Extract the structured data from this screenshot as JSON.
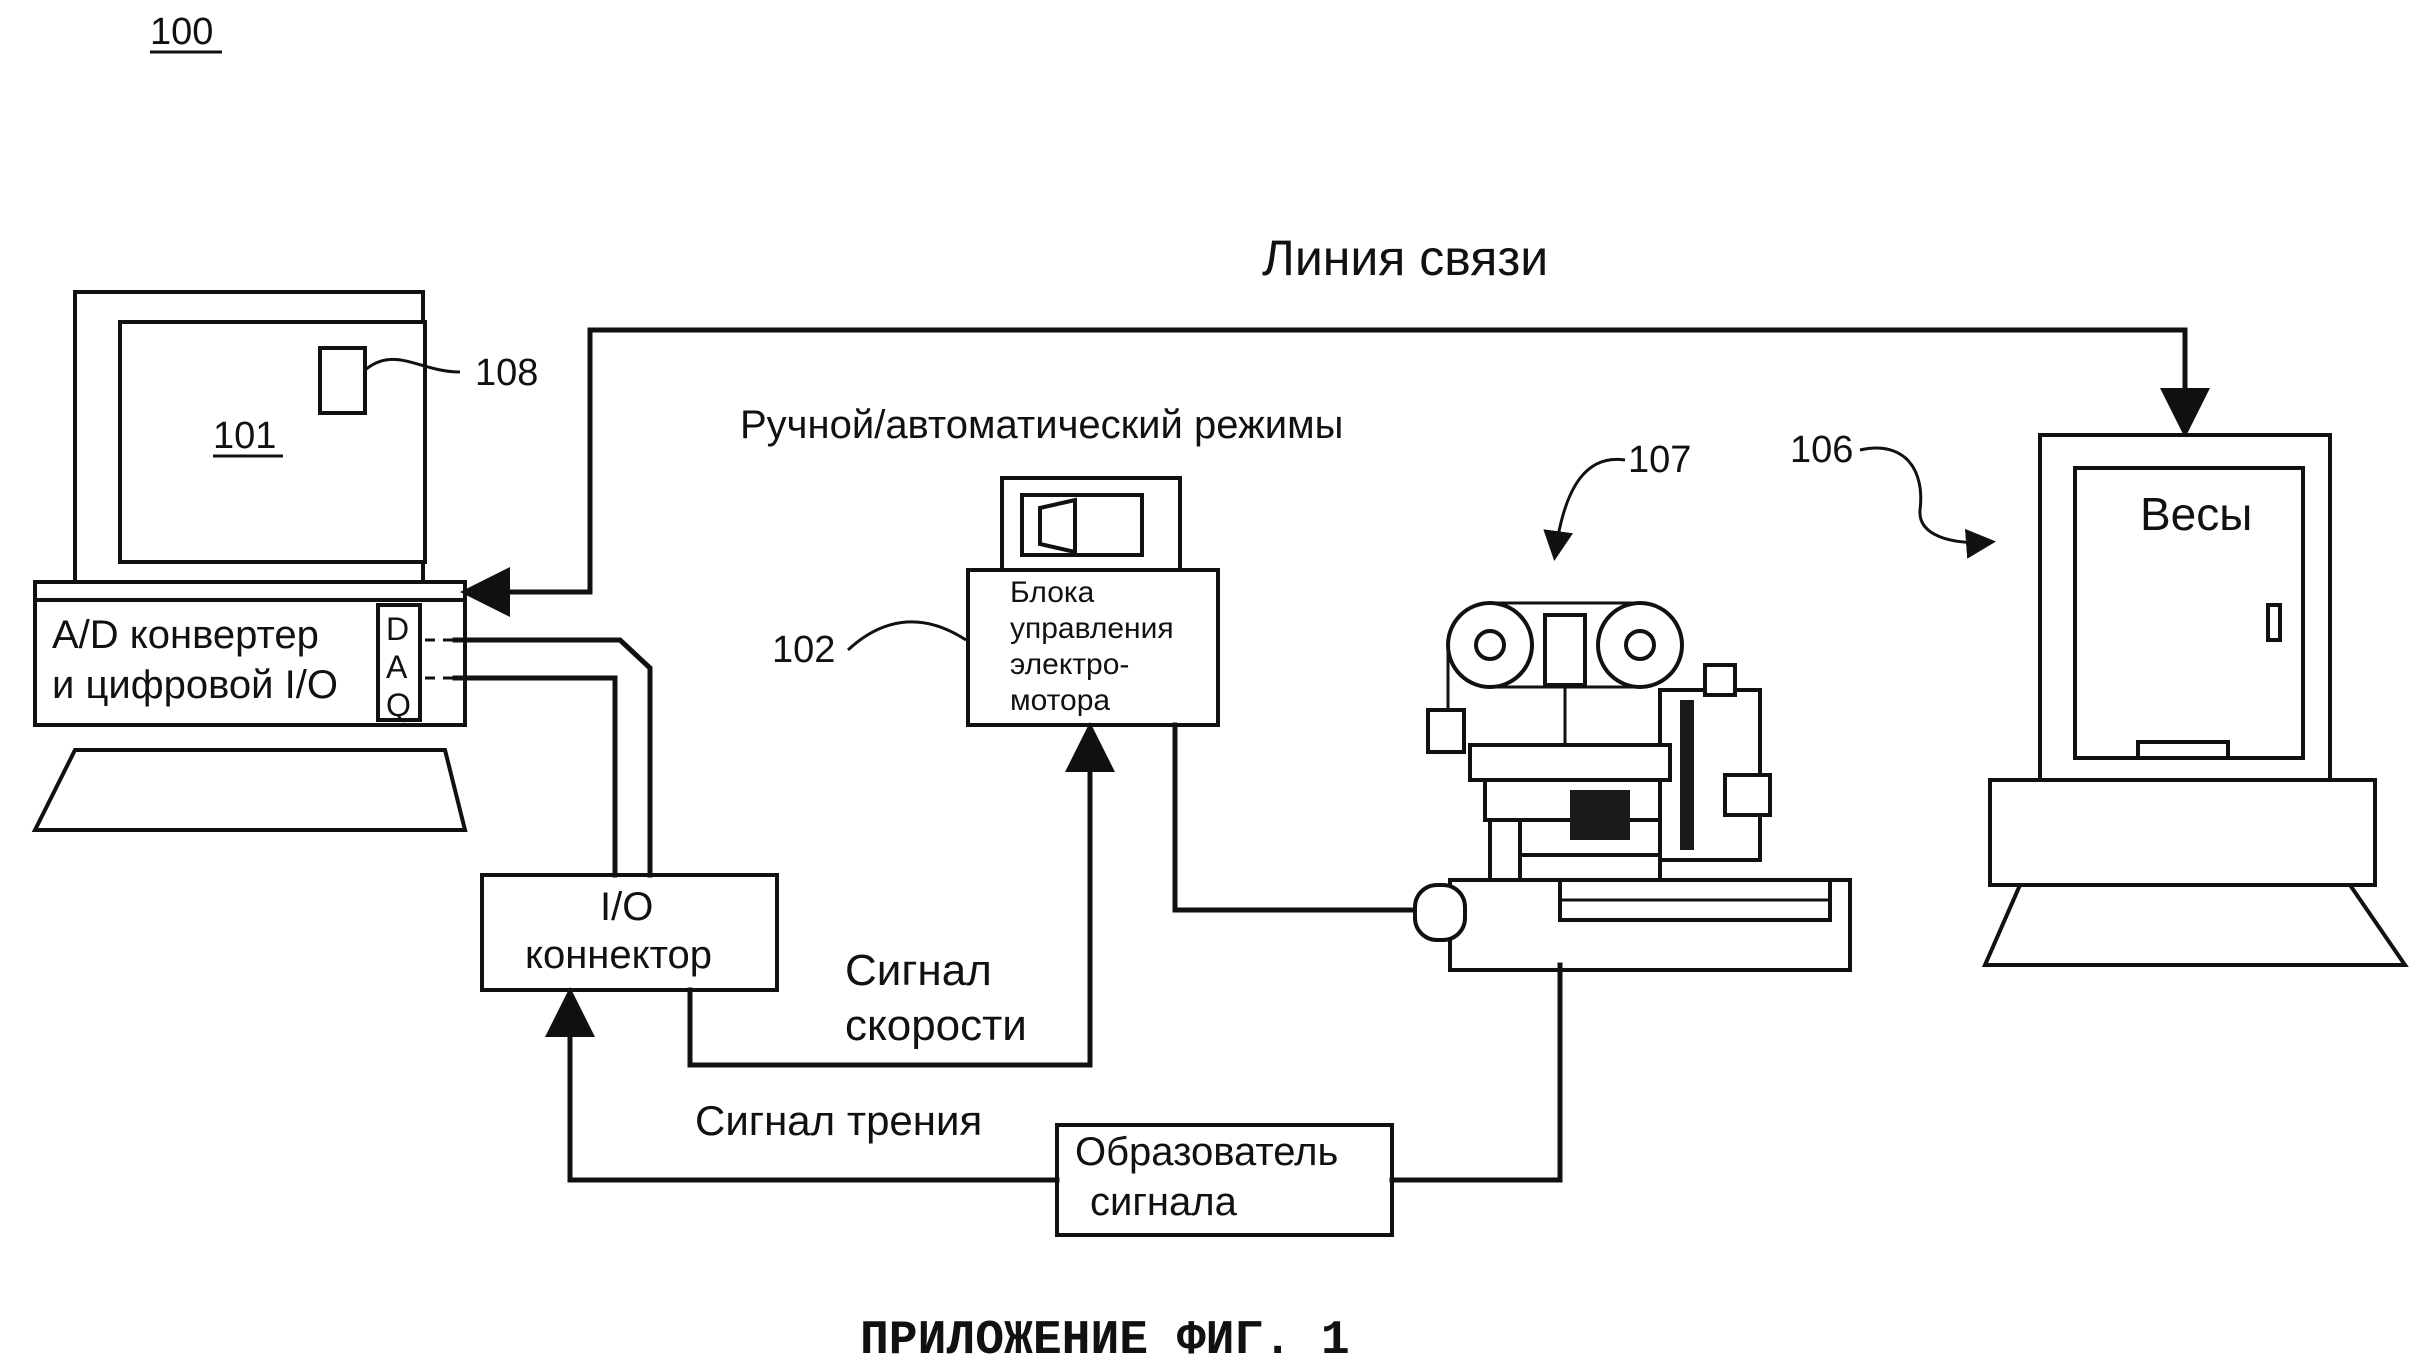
{
  "figure_ref": "100",
  "caption": "ПРИЛОЖЕНИЕ ФИГ. 1",
  "computer": {
    "screen_ref": "101",
    "window_ref": "108",
    "adc_line1": "A/D конвертер",
    "adc_line2": "и цифровой I/O",
    "daq": [
      "D",
      "A",
      "Q"
    ]
  },
  "io_connector": {
    "line1": "I/O",
    "line2": "коннектор"
  },
  "motor_control": {
    "ref": "102",
    "mode_label": "Ручной/автоматический режимы",
    "lines": [
      "Блока",
      "управления",
      "электро-",
      "мотора"
    ]
  },
  "tester": {
    "ref": "107"
  },
  "scale": {
    "ref": "106",
    "label": "Весы"
  },
  "communication_line": "Линия связи",
  "speed_signal": {
    "line1": "Сигнал",
    "line2": "скорости"
  },
  "friction_signal": "Сигнал трения",
  "signal_conditioner": {
    "line1": "Образователь",
    "line2": "сигнала"
  }
}
